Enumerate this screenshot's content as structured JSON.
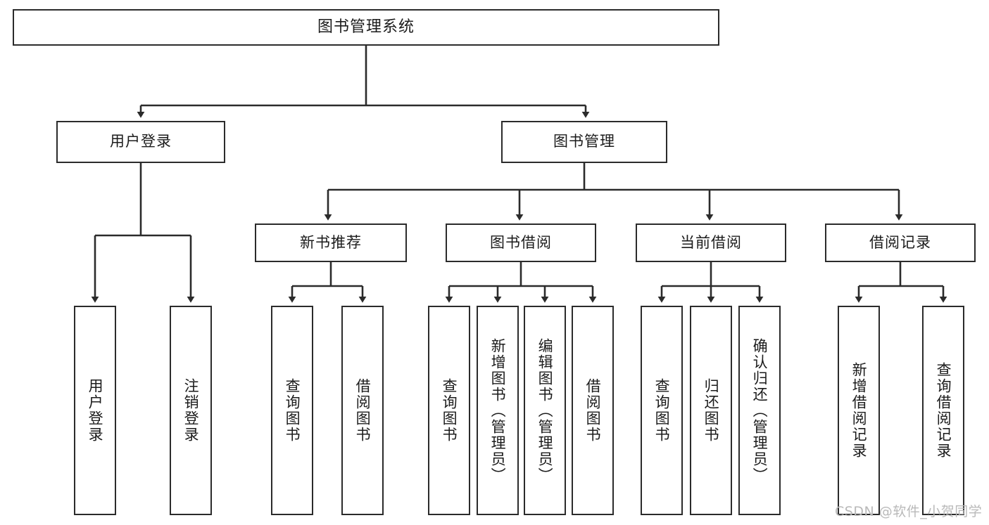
{
  "diagram": {
    "type": "tree-hierarchy",
    "title": "图书管理系统",
    "watermark": "CSDN @软件_小贺同学",
    "colors": {
      "box_border": "#2b2b2b",
      "box_fill": "#ffffff",
      "connector": "#2b2b2b",
      "text": "#1b1b1b",
      "watermark": "#b9b9b9",
      "background": "#ffffff"
    },
    "root": {
      "label": "图书管理系统"
    },
    "level2": [
      {
        "id": "user-login",
        "label": "用户登录"
      },
      {
        "id": "book-manage",
        "label": "图书管理"
      }
    ],
    "level3": [
      {
        "id": "new-book-recommend",
        "label": "新书推荐"
      },
      {
        "id": "book-borrow",
        "label": "图书借阅"
      },
      {
        "id": "current-borrow",
        "label": "当前借阅"
      },
      {
        "id": "borrow-record",
        "label": "借阅记录"
      }
    ],
    "leaves": {
      "user_login": [
        {
          "id": "leaf-user-login",
          "label": "用户登录"
        },
        {
          "id": "leaf-logout",
          "label": "注销登录"
        }
      ],
      "new_book_recommend": [
        {
          "id": "leaf-query-book-1",
          "label": "查询图书"
        },
        {
          "id": "leaf-borrow-book-1",
          "label": "借阅图书"
        }
      ],
      "book_borrow": [
        {
          "id": "leaf-query-book-2",
          "label": "查询图书"
        },
        {
          "id": "leaf-add-book",
          "label": "新增图书（管理员）"
        },
        {
          "id": "leaf-edit-book",
          "label": "编辑图书（管理员）"
        },
        {
          "id": "leaf-borrow-book-2",
          "label": "借阅图书"
        }
      ],
      "current_borrow": [
        {
          "id": "leaf-query-book-3",
          "label": "查询图书"
        },
        {
          "id": "leaf-return-book",
          "label": "归还图书"
        },
        {
          "id": "leaf-confirm-return",
          "label": "确认归还（管理员）"
        }
      ],
      "borrow_record": [
        {
          "id": "leaf-add-record",
          "label": "新增借阅记录"
        },
        {
          "id": "leaf-query-record",
          "label": "查询借阅记录"
        }
      ]
    }
  }
}
